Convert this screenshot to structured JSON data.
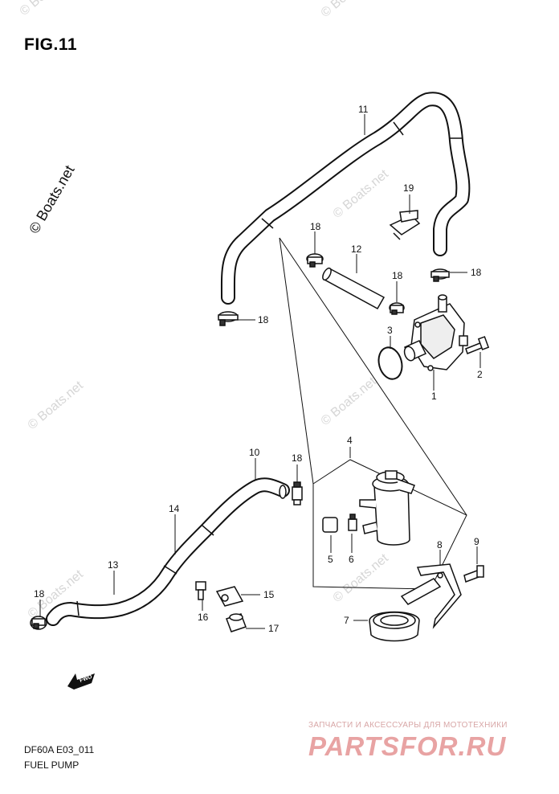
{
  "figure": {
    "title": "FIG.11",
    "code": "DF60A E03_011",
    "name": "FUEL PUMP"
  },
  "watermarks": {
    "copyright": "© Boats.net",
    "direction_arrow": "FWD"
  },
  "shop": {
    "tagline": "ЗАПЧАСТИ И АКСЕССУАРЫ ДЛЯ МОТОТЕХНИКИ",
    "brand": "PARTSFOR.RU"
  },
  "callouts": [
    {
      "id": "c1",
      "text": "1"
    },
    {
      "id": "c2",
      "text": "2"
    },
    {
      "id": "c3",
      "text": "3"
    },
    {
      "id": "c4",
      "text": "4"
    },
    {
      "id": "c5",
      "text": "5"
    },
    {
      "id": "c6",
      "text": "6"
    },
    {
      "id": "c7",
      "text": "7"
    },
    {
      "id": "c8",
      "text": "8"
    },
    {
      "id": "c9",
      "text": "9"
    },
    {
      "id": "c10",
      "text": "10"
    },
    {
      "id": "c11",
      "text": "11"
    },
    {
      "id": "c12",
      "text": "12"
    },
    {
      "id": "c13",
      "text": "13"
    },
    {
      "id": "c14",
      "text": "14"
    },
    {
      "id": "c15",
      "text": "15"
    },
    {
      "id": "c16",
      "text": "16"
    },
    {
      "id": "c17",
      "text": "17"
    },
    {
      "id": "c18a",
      "text": "18"
    },
    {
      "id": "c18b",
      "text": "18"
    },
    {
      "id": "c18c",
      "text": "18"
    },
    {
      "id": "c18d",
      "text": "18"
    },
    {
      "id": "c18e",
      "text": "18"
    },
    {
      "id": "c18f",
      "text": "18"
    },
    {
      "id": "c19",
      "text": "19"
    }
  ]
}
